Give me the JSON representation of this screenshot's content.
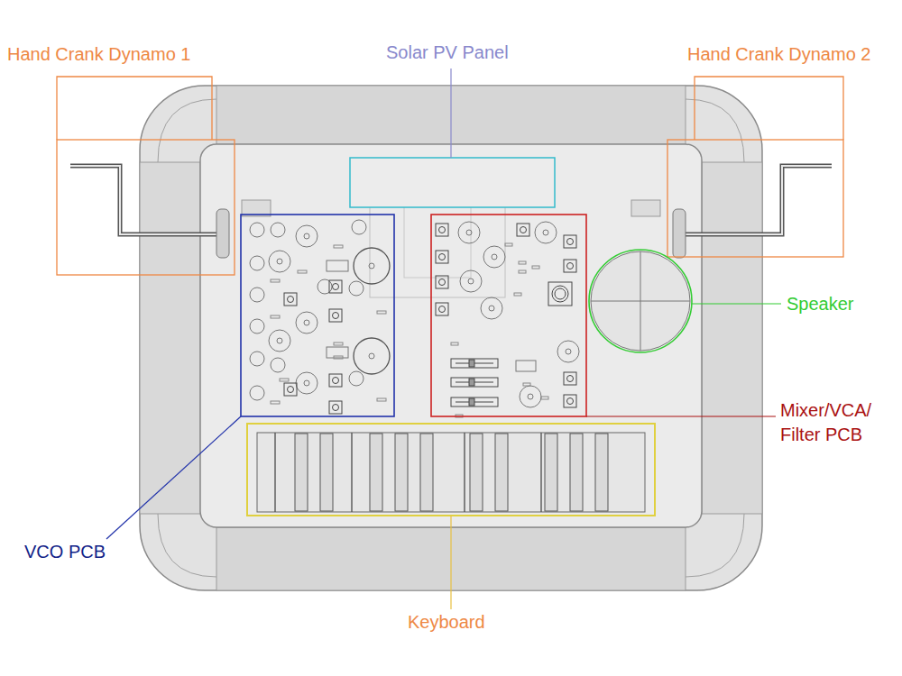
{
  "diagram": {
    "labels": [
      "Hand Crank Dynamo 1",
      "Solar PV Panel",
      "Hand Crank Dynamo 2",
      "Speaker",
      "Mixer/VCA/ Filter PCB",
      "VCO PCB",
      "Keyboard"
    ]
  }
}
